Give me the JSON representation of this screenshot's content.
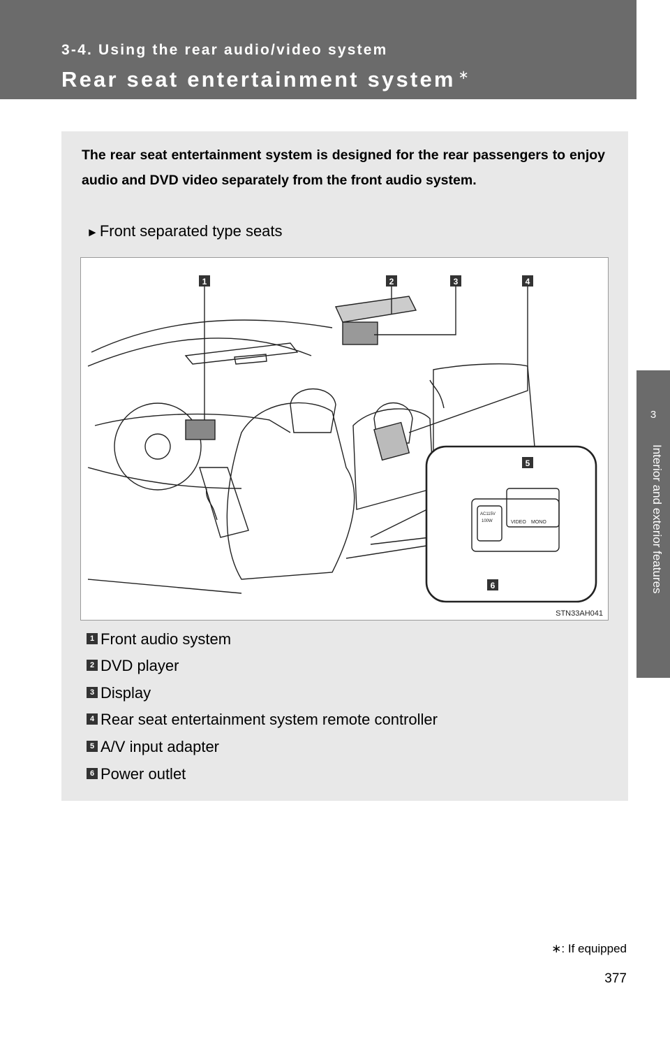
{
  "header": {
    "section_label": "3-4. Using the rear audio/video system",
    "page_title": "Rear seat entertainment system",
    "title_mark": "∗"
  },
  "side_tab": {
    "chapter_number": "3",
    "chapter_title": "Interior and exterior features"
  },
  "content": {
    "intro": "The rear seat entertainment system is designed for the rear passengers to enjoy audio and DVD video separately from the front audio system.",
    "bullet": "Front separated type seats",
    "figure": {
      "code": "STN33AH041",
      "callouts": [
        "1",
        "2",
        "3",
        "4",
        "5",
        "6"
      ],
      "adapter_labels": {
        "ac_voltage": "AC115V",
        "wattage": "100W",
        "video": "VIDEO",
        "mono": "MONO"
      }
    },
    "legend": [
      {
        "num": "1",
        "label": "Front audio system"
      },
      {
        "num": "2",
        "label": "DVD player"
      },
      {
        "num": "3",
        "label": "Display"
      },
      {
        "num": "4",
        "label": "Rear seat entertainment system remote controller"
      },
      {
        "num": "5",
        "label": "A/V input adapter"
      },
      {
        "num": "6",
        "label": "Power outlet"
      }
    ]
  },
  "footnote": {
    "mark": "∗",
    "text": ": If equipped"
  },
  "page_number": "377"
}
